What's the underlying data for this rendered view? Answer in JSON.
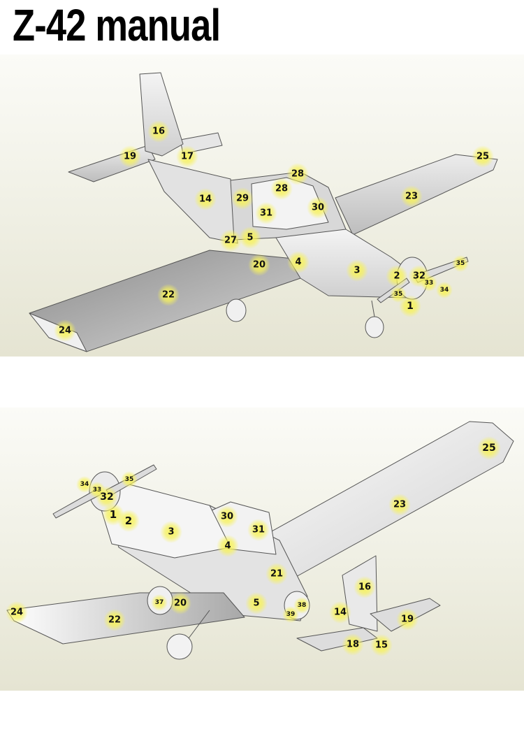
{
  "title": "Z-42 manual",
  "colors": {
    "background": "#ffffff",
    "panel": "#efefe3",
    "highlight": "#f7f25a",
    "title": "#000000"
  },
  "views": {
    "top": {
      "callouts": [
        {
          "id": "16",
          "label": "16"
        },
        {
          "id": "19",
          "label": "19"
        },
        {
          "id": "17",
          "label": "17"
        },
        {
          "id": "28a",
          "label": "28"
        },
        {
          "id": "28b",
          "label": "28"
        },
        {
          "id": "25",
          "label": "25"
        },
        {
          "id": "14",
          "label": "14"
        },
        {
          "id": "29",
          "label": "29"
        },
        {
          "id": "31",
          "label": "31"
        },
        {
          "id": "30",
          "label": "30"
        },
        {
          "id": "23",
          "label": "23"
        },
        {
          "id": "27",
          "label": "27"
        },
        {
          "id": "5",
          "label": "5"
        },
        {
          "id": "20",
          "label": "20"
        },
        {
          "id": "4",
          "label": "4"
        },
        {
          "id": "3",
          "label": "3"
        },
        {
          "id": "2",
          "label": "2"
        },
        {
          "id": "32",
          "label": "32"
        },
        {
          "id": "35",
          "label": "35"
        },
        {
          "id": "33",
          "label": "33"
        },
        {
          "id": "34",
          "label": "34"
        },
        {
          "id": "35b",
          "label": "35"
        },
        {
          "id": "1",
          "label": "1"
        },
        {
          "id": "22",
          "label": "22"
        },
        {
          "id": "24",
          "label": "24"
        }
      ]
    },
    "bottom": {
      "callouts": [
        {
          "id": "25",
          "label": "25"
        },
        {
          "id": "34",
          "label": "34"
        },
        {
          "id": "33",
          "label": "33"
        },
        {
          "id": "35",
          "label": "35"
        },
        {
          "id": "32",
          "label": "32"
        },
        {
          "id": "1",
          "label": "1"
        },
        {
          "id": "2",
          "label": "2"
        },
        {
          "id": "30",
          "label": "30"
        },
        {
          "id": "31",
          "label": "31"
        },
        {
          "id": "23",
          "label": "23"
        },
        {
          "id": "3",
          "label": "3"
        },
        {
          "id": "4",
          "label": "4"
        },
        {
          "id": "21",
          "label": "21"
        },
        {
          "id": "16",
          "label": "16"
        },
        {
          "id": "37",
          "label": "37"
        },
        {
          "id": "20",
          "label": "20"
        },
        {
          "id": "5",
          "label": "5"
        },
        {
          "id": "38",
          "label": "38"
        },
        {
          "id": "39",
          "label": "39"
        },
        {
          "id": "14",
          "label": "14"
        },
        {
          "id": "19",
          "label": "19"
        },
        {
          "id": "24",
          "label": "24"
        },
        {
          "id": "22",
          "label": "22"
        },
        {
          "id": "18",
          "label": "18"
        },
        {
          "id": "15",
          "label": "15"
        }
      ]
    }
  }
}
